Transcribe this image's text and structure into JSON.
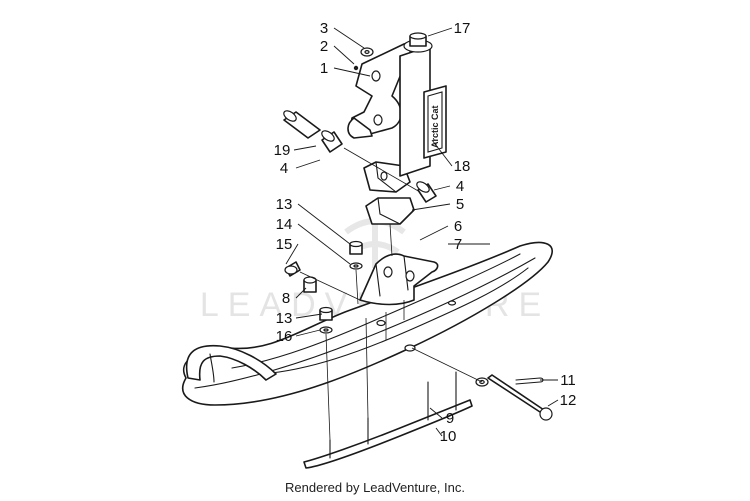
{
  "callouts": [
    {
      "label": "3"
    },
    {
      "label": "2"
    },
    {
      "label": "1"
    },
    {
      "label": "17"
    },
    {
      "label": "19"
    },
    {
      "label": "4"
    },
    {
      "label": "18"
    },
    {
      "label": "4"
    },
    {
      "label": "5"
    },
    {
      "label": "13"
    },
    {
      "label": "14"
    },
    {
      "label": "6"
    },
    {
      "label": "15"
    },
    {
      "label": "7"
    },
    {
      "label": "8"
    },
    {
      "label": "13"
    },
    {
      "label": "16"
    },
    {
      "label": "11"
    },
    {
      "label": "12"
    },
    {
      "label": "9"
    },
    {
      "label": "10"
    }
  ],
  "watermark": {
    "text": "LEADVENTURE"
  },
  "decal": {
    "text": "Arctic Cat"
  },
  "footer": {
    "text": "Rendered by LeadVenture, Inc."
  }
}
